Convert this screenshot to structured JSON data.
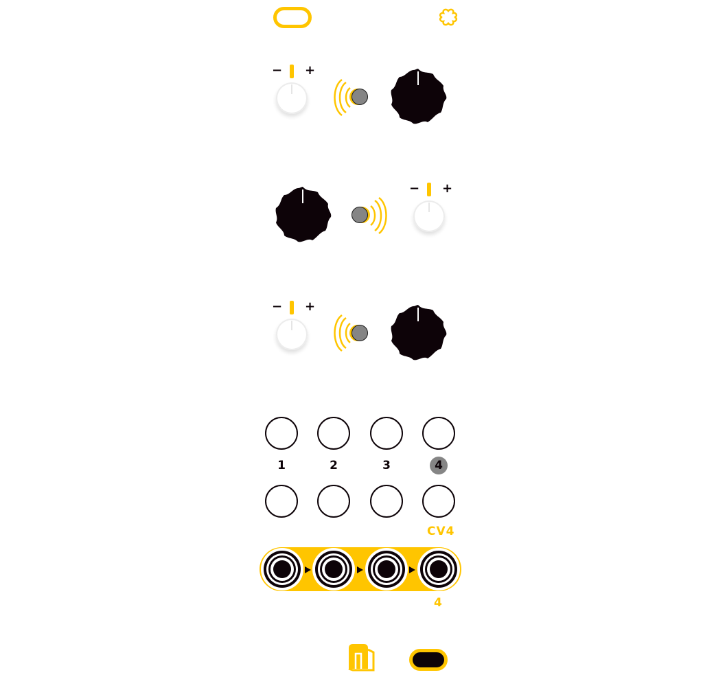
{
  "colors": {
    "accent": "#ffc500",
    "ink": "#0d0308",
    "led": "#858585"
  },
  "top_rail": {
    "hole": "mounting-hole",
    "logo": "clover-logo-icon"
  },
  "attenuverters": [
    {
      "minus": "−",
      "plus": "+"
    },
    {
      "minus": "−",
      "plus": "+"
    },
    {
      "minus": "−",
      "plus": "+"
    }
  ],
  "buttons": {
    "numbers": [
      "1",
      "2",
      "3",
      "4"
    ],
    "active_index": 4
  },
  "cv_label": "CV4",
  "jacks": {
    "count": 4,
    "output_label": "4"
  },
  "bottom_rail": {
    "logo": "brand-logo-icon",
    "hole": "mounting-hole"
  }
}
